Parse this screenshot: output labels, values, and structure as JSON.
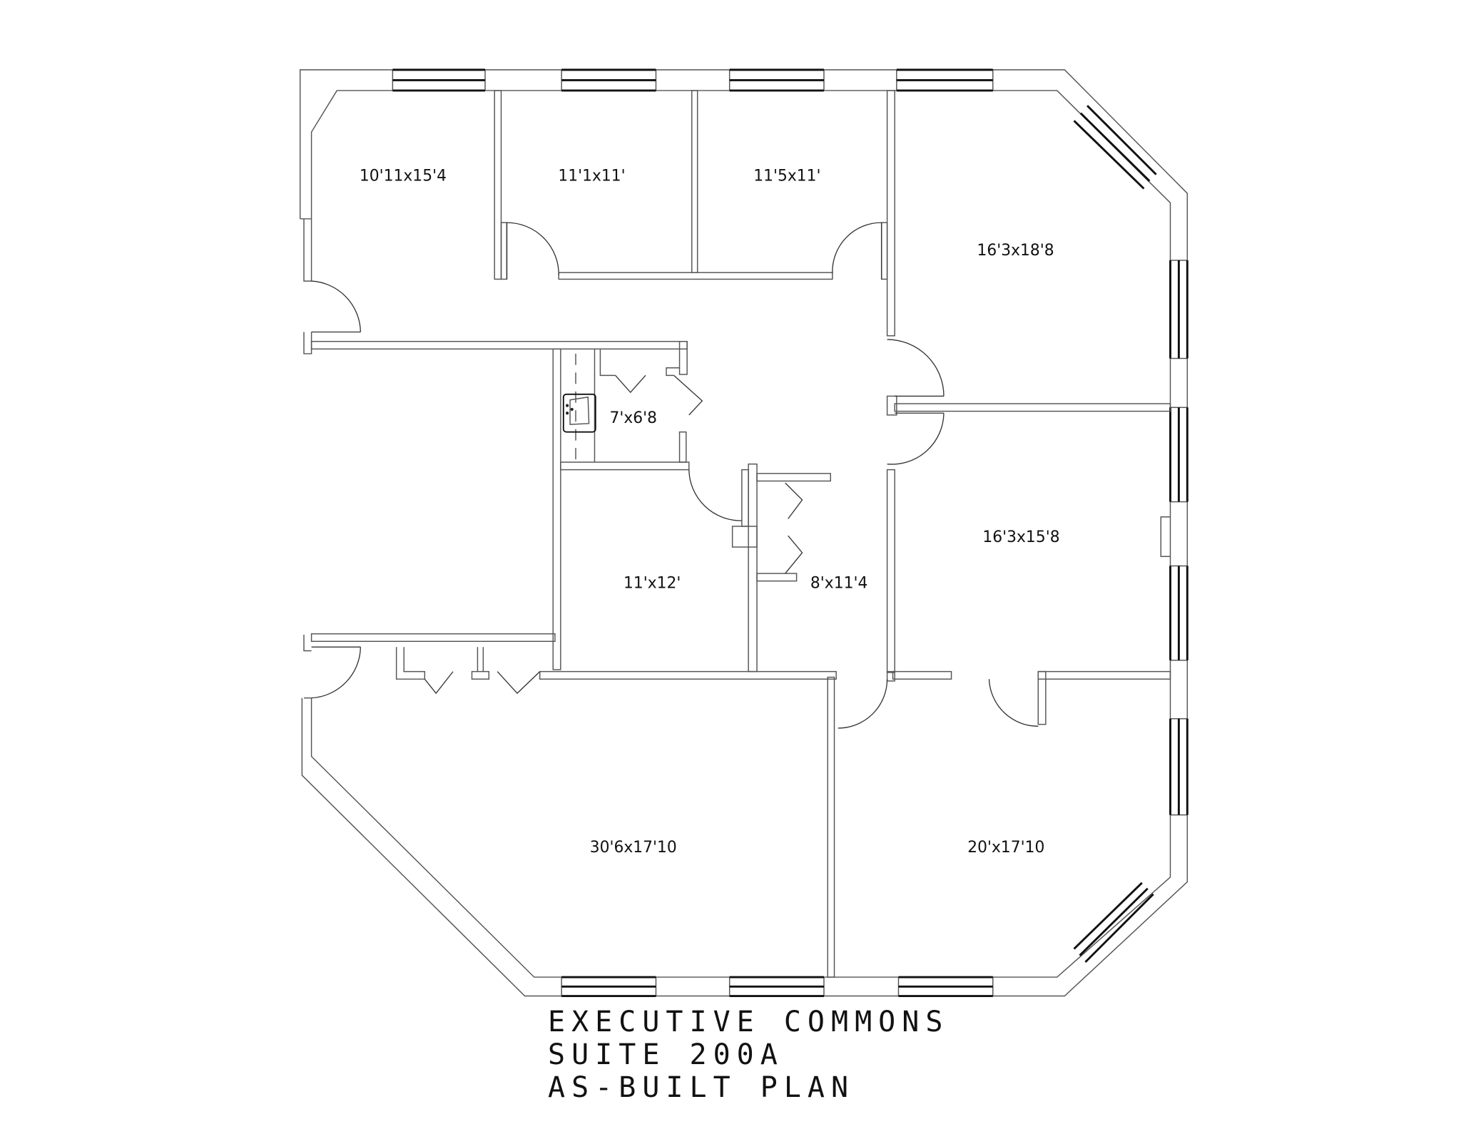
{
  "drawing": {
    "type": "floor-plan",
    "title_lines": [
      "EXECUTIVE COMMONS",
      "SUITE 200A",
      "AS-BUILT PLAN"
    ],
    "line_color": "#555555",
    "window_color": "#111111",
    "background": "#ffffff"
  },
  "rooms": [
    {
      "id": "office-nw",
      "label": "10'11x15'4"
    },
    {
      "id": "office-north-1",
      "label": "11'1x11'"
    },
    {
      "id": "office-north-2",
      "label": "11'5x11'"
    },
    {
      "id": "office-ne",
      "label": "16'3x18'8"
    },
    {
      "id": "restroom",
      "label": "7'x6'8"
    },
    {
      "id": "office-center",
      "label": "11'x12'"
    },
    {
      "id": "storage",
      "label": "8'x11'4"
    },
    {
      "id": "office-east",
      "label": "16'3x15'8"
    },
    {
      "id": "conference-sw",
      "label": "30'6x17'10"
    },
    {
      "id": "office-se",
      "label": "20'x17'10"
    }
  ]
}
